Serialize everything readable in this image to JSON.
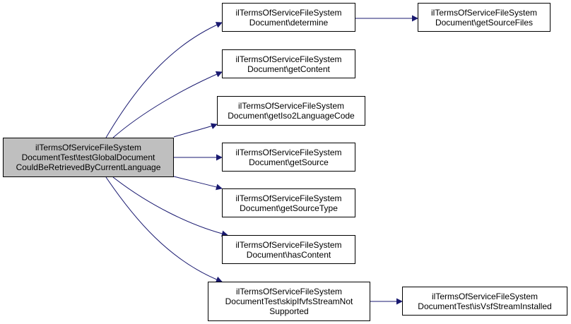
{
  "diagram": {
    "type": "call-graph",
    "colors": {
      "root_fill": "#bfbfbf",
      "node_fill": "#ffffff",
      "edge": "#191970",
      "border": "#000000"
    },
    "nodes": [
      {
        "id": "root",
        "lines": [
          "ilTermsOfServiceFileSystem",
          "DocumentTest\\testGlobalDocument",
          "CouldBeRetrievedByCurrentLanguage"
        ]
      },
      {
        "id": "determine",
        "lines": [
          "ilTermsOfServiceFileSystem",
          "Document\\determine"
        ]
      },
      {
        "id": "getSourceFiles",
        "lines": [
          "ilTermsOfServiceFileSystem",
          "Document\\getSourceFiles"
        ]
      },
      {
        "id": "getContent",
        "lines": [
          "ilTermsOfServiceFileSystem",
          "Document\\getContent"
        ]
      },
      {
        "id": "getIso2LanguageCode",
        "lines": [
          "ilTermsOfServiceFileSystem",
          "Document\\getIso2LanguageCode"
        ]
      },
      {
        "id": "getSource",
        "lines": [
          "ilTermsOfServiceFileSystem",
          "Document\\getSource"
        ]
      },
      {
        "id": "getSourceType",
        "lines": [
          "ilTermsOfServiceFileSystem",
          "Document\\getSourceType"
        ]
      },
      {
        "id": "hasContent",
        "lines": [
          "ilTermsOfServiceFileSystem",
          "Document\\hasContent"
        ]
      },
      {
        "id": "skipIfvfsStreamNotSupported",
        "lines": [
          "ilTermsOfServiceFileSystem",
          "DocumentTest\\skipIfvfsStreamNot",
          "Supported"
        ]
      },
      {
        "id": "isVsfStreamInstalled",
        "lines": [
          "ilTermsOfServiceFileSystem",
          "DocumentTest\\isVsfStreamInstalled"
        ]
      }
    ],
    "edges": [
      {
        "from": "root",
        "to": "determine"
      },
      {
        "from": "root",
        "to": "getContent"
      },
      {
        "from": "root",
        "to": "getIso2LanguageCode"
      },
      {
        "from": "root",
        "to": "getSource"
      },
      {
        "from": "root",
        "to": "getSourceType"
      },
      {
        "from": "root",
        "to": "hasContent"
      },
      {
        "from": "root",
        "to": "skipIfvfsStreamNotSupported"
      },
      {
        "from": "determine",
        "to": "getSourceFiles"
      },
      {
        "from": "skipIfvfsStreamNotSupported",
        "to": "isVsfStreamInstalled"
      }
    ]
  }
}
